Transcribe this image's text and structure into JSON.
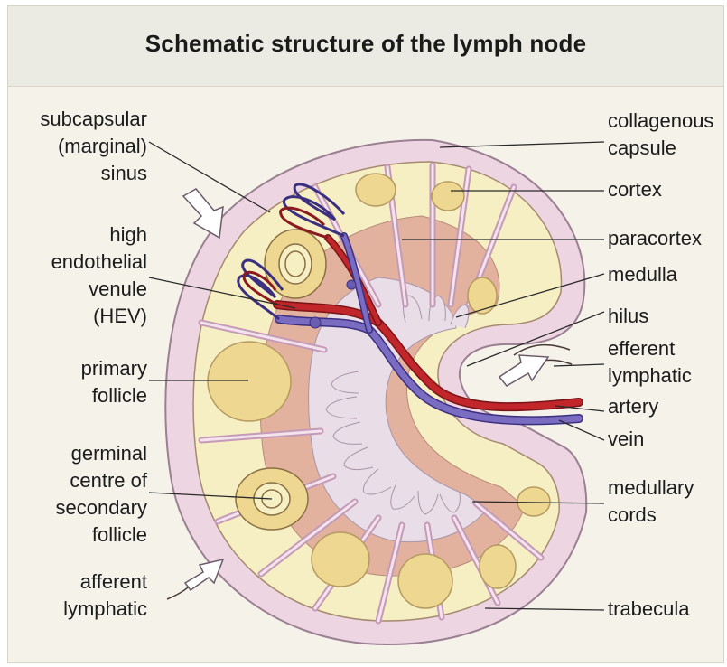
{
  "title": "Schematic structure of the lymph node",
  "labels_left": {
    "subcapsular_sinus": [
      "subcapsular",
      "(marginal)",
      "sinus"
    ],
    "hev": [
      "high",
      "endothelial",
      "venule",
      "(HEV)"
    ],
    "primary_follicle": [
      "primary",
      "follicle"
    ],
    "germinal_centre": [
      "germinal",
      "centre of",
      "secondary",
      "follicle"
    ],
    "afferent_lymphatic": [
      "afferent",
      "lymphatic"
    ]
  },
  "labels_right": {
    "collagenous_capsule": [
      "collagenous",
      "capsule"
    ],
    "cortex": "cortex",
    "paracortex": "paracortex",
    "medulla": "medulla",
    "hilus": "hilus",
    "efferent_lymphatic": [
      "efferent",
      "lymphatic"
    ],
    "artery": "artery",
    "vein": "vein",
    "medullary_cords": [
      "medullary",
      "cords"
    ],
    "trabecula": "trabecula"
  },
  "colors": {
    "capsule": "#eed4e2",
    "cortex": "#f6efc2",
    "follicle": "#eed790",
    "paracortex": "#e3b19e",
    "medulla": "#e8dde6",
    "artery": "#c0262a",
    "vein": "#7a6cc0"
  }
}
